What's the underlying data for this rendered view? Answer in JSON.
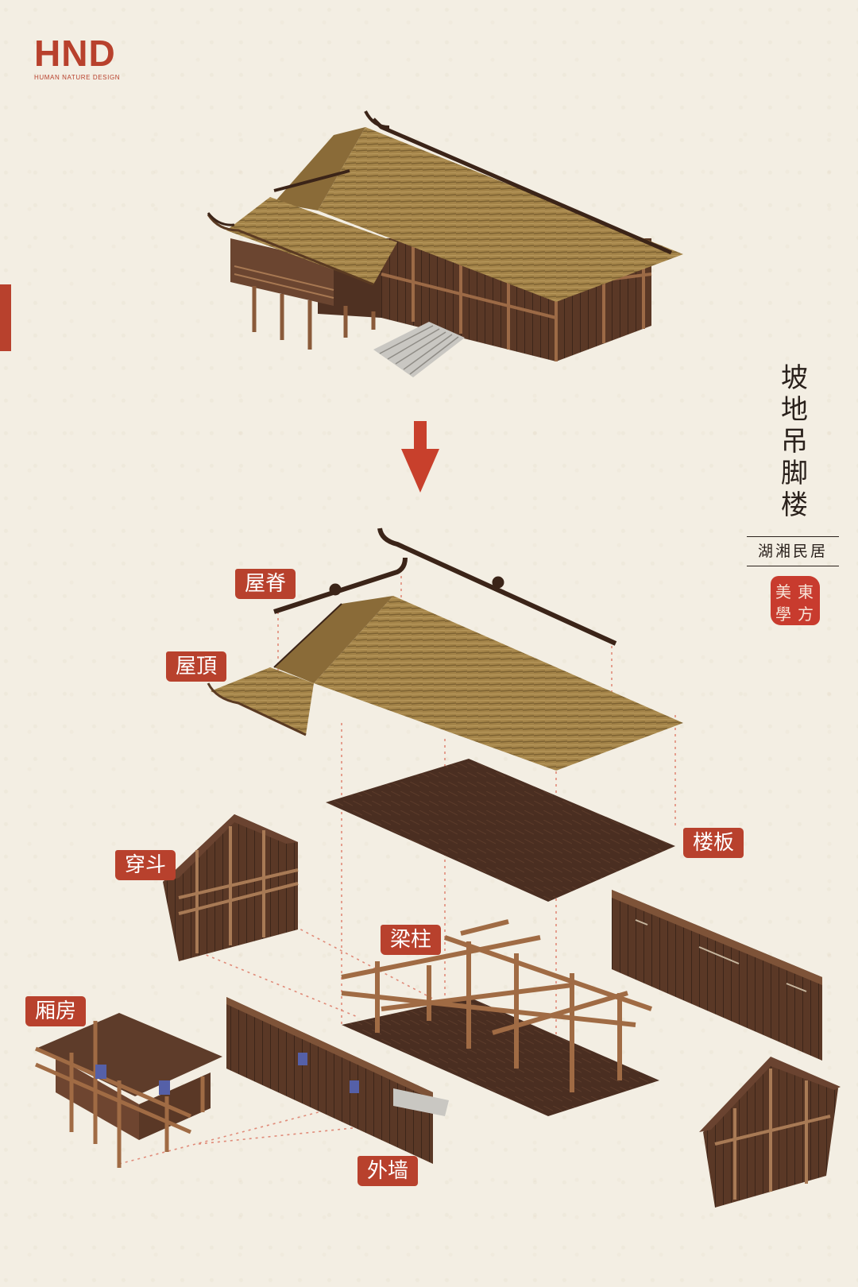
{
  "brand": {
    "logo_text": "HND",
    "logo_subtext": "HUMAN NATURE DESIGN",
    "accent_color": "#b8412d"
  },
  "title": {
    "chars": [
      "坡",
      "地",
      "吊",
      "脚",
      "楼"
    ],
    "subtitle": "湖湘民居"
  },
  "seal": {
    "chars": [
      "東",
      "方",
      "美",
      "學"
    ],
    "color": "#c83b2e"
  },
  "labels": {
    "ridge": "屋脊",
    "roof": "屋頂",
    "floor": "楼板",
    "gable": "穿斗",
    "frame": "梁柱",
    "wing": "厢房",
    "wall": "外墙"
  },
  "icons": [
    "down-arrow-icon"
  ],
  "colors": {
    "thatch": "#9b7b44",
    "wood_dark": "#4a2f22",
    "wood_mid": "#7a4e34",
    "guide_line": "#e08a78"
  }
}
